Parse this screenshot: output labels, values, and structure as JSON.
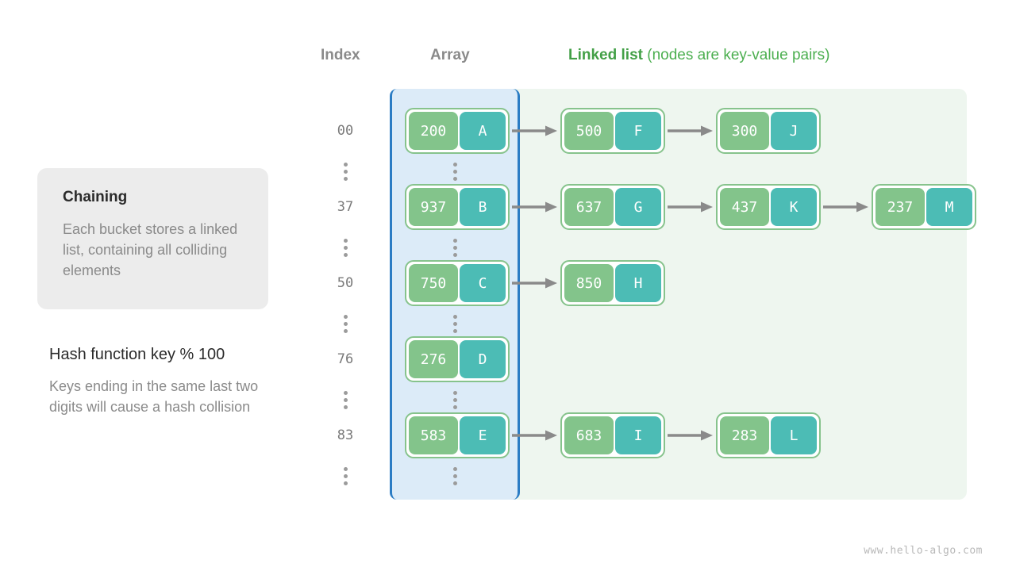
{
  "headers": {
    "index": "Index",
    "array": "Array",
    "linked_strong": "Linked list",
    "linked_rest": " (nodes are key-value pairs)"
  },
  "info_card": {
    "title": "Chaining",
    "body": "Each bucket stores a linked list, containing all colliding elements"
  },
  "hash_note": {
    "title": "Hash function key % 100",
    "body": "Keys ending in the same last two digits will cause a hash collision"
  },
  "colors": {
    "key_cell": "#83c48b",
    "value_cell": "#4cbcb5",
    "node_border": "#86c38c",
    "array_panel_bg": "#dcebf8",
    "array_panel_border": "#2b7cc4",
    "linked_panel_bg": "#eef6ef",
    "arrow": "#8a8a8a",
    "accent_green": "#4caf50",
    "index_text": "#7a7a7a",
    "muted_text": "#8a8a8a"
  },
  "buckets": [
    {
      "index": "00",
      "nodes": [
        {
          "key": "200",
          "value": "A"
        },
        {
          "key": "500",
          "value": "F"
        },
        {
          "key": "300",
          "value": "J"
        }
      ]
    },
    {
      "index": "37",
      "nodes": [
        {
          "key": "937",
          "value": "B"
        },
        {
          "key": "637",
          "value": "G"
        },
        {
          "key": "437",
          "value": "K"
        },
        {
          "key": "237",
          "value": "M"
        }
      ]
    },
    {
      "index": "50",
      "nodes": [
        {
          "key": "750",
          "value": "C"
        },
        {
          "key": "850",
          "value": "H"
        }
      ]
    },
    {
      "index": "76",
      "nodes": [
        {
          "key": "276",
          "value": "D"
        }
      ]
    },
    {
      "index": "83",
      "nodes": [
        {
          "key": "583",
          "value": "E"
        },
        {
          "key": "683",
          "value": "I"
        },
        {
          "key": "283",
          "value": "L"
        }
      ]
    }
  ],
  "ellipsis_icon": "vertical-ellipsis",
  "watermark": "www.hello-algo.com"
}
